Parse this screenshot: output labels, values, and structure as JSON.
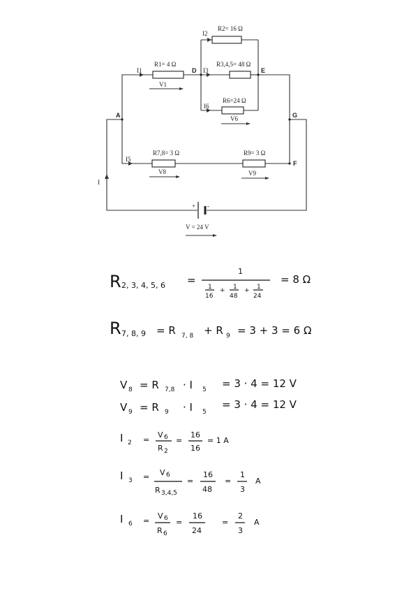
{
  "circuit": {
    "resistors": {
      "r2": "R2= 16 Ω",
      "r345": "R3,4,5= 48  Ω",
      "r1": "R1= 4 Ω",
      "r6": "R6=24 Ω",
      "r78": "R7,8= 3 Ω",
      "r9": "R9= 3 Ω"
    },
    "currents": {
      "i2": "I2",
      "i1": "I1",
      "i3": "I3",
      "i6": "I6",
      "i5": "I5",
      "i": "I"
    },
    "voltages": {
      "v1": "V1",
      "v6": "V6",
      "v8": "V8",
      "v9": "V9"
    },
    "nodes": {
      "a": "A",
      "d": "D",
      "e": "E",
      "g": "G",
      "f": "F"
    },
    "battery": {
      "plus": "+",
      "minus": "-",
      "label": "V = 24 V"
    }
  },
  "work": {
    "eq1": {
      "lhs": "R",
      "sub": "2, 3, 4, 5, 6",
      "eq": "=",
      "num": "1",
      "d1n": "1",
      "d1d": "16",
      "plus1": "+",
      "d2n": "1",
      "d2d": "48",
      "plus2": "+",
      "d3n": "1",
      "d3d": "24",
      "result": "=  8 Ω"
    },
    "eq2": {
      "lhs": "R",
      "sub": "7, 8, 9",
      "rhs": "=  R",
      "sub2": "7, 8",
      "mid": "+  R",
      "sub3": "9",
      "tail": "=  3 + 3  = 6 Ω"
    },
    "eq3": {
      "a": "V",
      "as": "8",
      "b": "=  R",
      "bs": "7,8",
      "c": "·  I",
      "cs": "5",
      "d": "=  3 · 4  =  12 V"
    },
    "eq4": {
      "a": "V",
      "as": "9",
      "b": "=  R",
      "bs": "9",
      "c": "·  I",
      "cs": "5",
      "d": "=  3 · 4 =  12 V"
    },
    "eq5": {
      "a": "I",
      "as": "2",
      "eq": "=",
      "n": "V",
      "ns": "6",
      "dd": "R",
      "ds": "2",
      "eq2": "=",
      "n2": "16",
      "d2": "16",
      "res": "=  1 A"
    },
    "eq6": {
      "a": "I",
      "as": "3",
      "eq": "=",
      "n": "V",
      "ns": "6",
      "dd": "R",
      "ds": "3,4,5",
      "eq2": "=",
      "n2": "16",
      "d2": "48",
      "eq3": "=",
      "n3": "1",
      "d3": "3",
      "unit": "A"
    },
    "eq7": {
      "a": "I",
      "as": "6",
      "eq": "=",
      "n": "V",
      "ns": "6",
      "dd": "R",
      "ds": "6",
      "eq2": "=",
      "n2": "16",
      "d2": "24",
      "eq3": "=",
      "n3": "2",
      "d3": "3",
      "unit": "A"
    }
  }
}
